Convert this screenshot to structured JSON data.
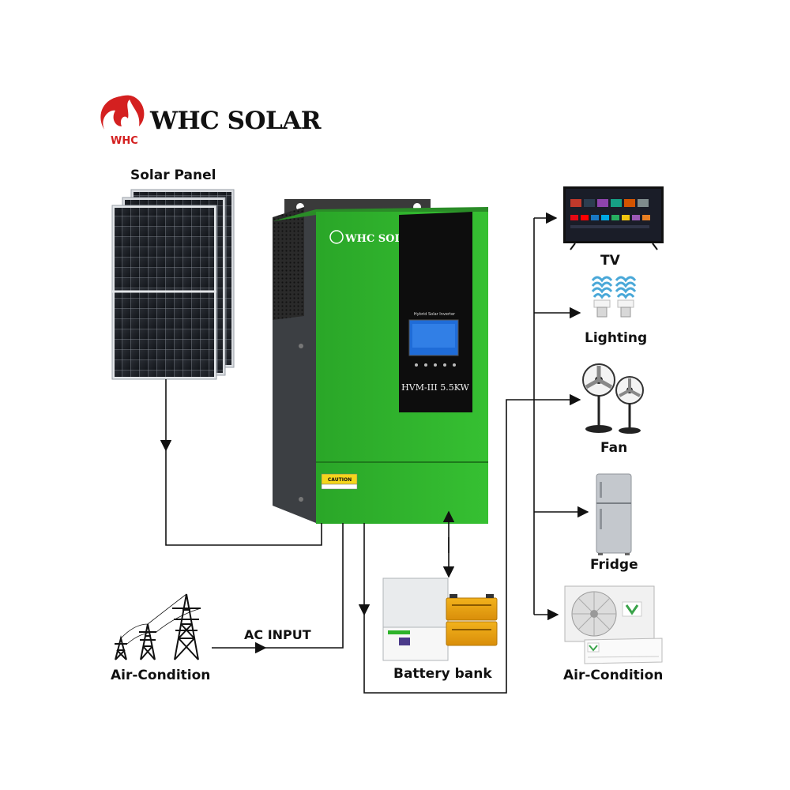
{
  "brand": {
    "name": "WHC SOLAR",
    "logo_letters": "WHC",
    "logo_icon": "flame-logo-icon",
    "color": "#d42020"
  },
  "inverter": {
    "brand": "WHC SOLAR",
    "screen_title": "Hybrid Solar Inverter",
    "model": "HVM-III 5.5KW",
    "caution": "CAUTION",
    "body_color": "#2db32a"
  },
  "labels": {
    "solar_panel": "Solar Panel",
    "tv": "TV",
    "lighting": "Lighting",
    "fan": "Fan",
    "fridge": "Fridge",
    "air_condition_right": "Air-Condition",
    "air_condition_left": "Air-Condition",
    "ac_input": "AC INPUT",
    "battery_bank": "Battery bank"
  }
}
